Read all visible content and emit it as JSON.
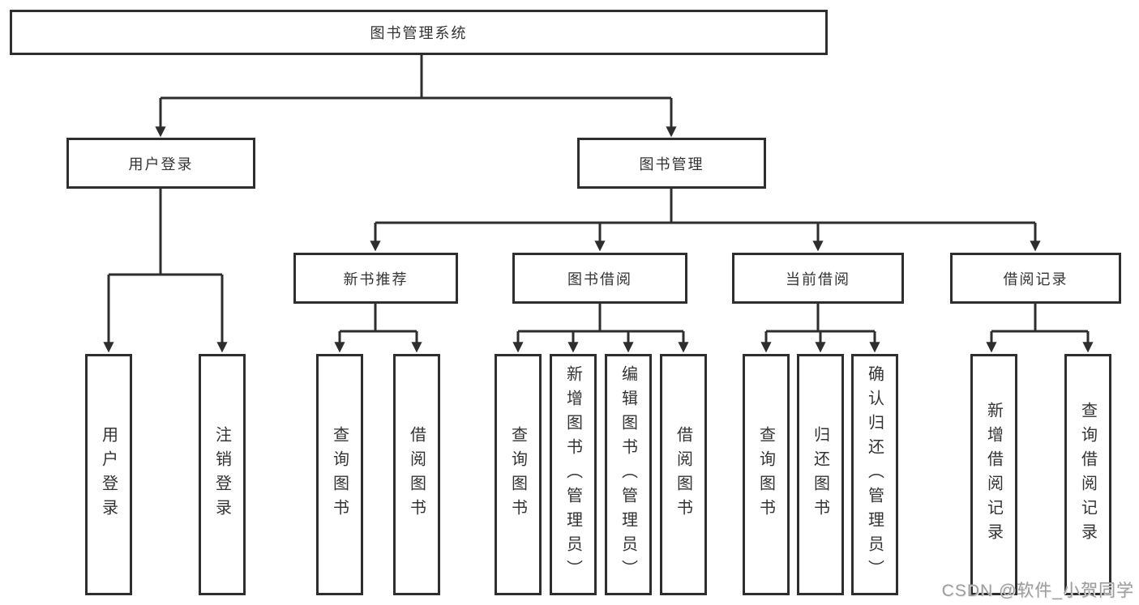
{
  "diagram": {
    "root": {
      "label": "图书管理系统"
    },
    "level2": [
      {
        "label": "用户登录"
      },
      {
        "label": "图书管理"
      }
    ],
    "level3": [
      {
        "label": "新书推荐"
      },
      {
        "label": "图书借阅"
      },
      {
        "label": "当前借阅"
      },
      {
        "label": "借阅记录"
      }
    ],
    "leaves": {
      "user_login": [
        "用户登录",
        "注销登录"
      ],
      "new_book": [
        "查询图书",
        "借阅图书"
      ],
      "book_borrow": [
        "查询图书",
        "新增图书（管理员）",
        "编辑图书（管理员）",
        "借阅图书"
      ],
      "current_borrow": [
        "查询图书",
        "归还图书",
        "确认归还（管理员）"
      ],
      "borrow_records": [
        "新增借阅记录",
        "查询借阅记录"
      ]
    }
  },
  "watermark": {
    "text": "CSDN @软件_小贺同学",
    "color": "#9d9d9d"
  },
  "colors": {
    "line": "#2e2e2e",
    "box_border": "#2e2e2e",
    "box_fill": "#ffffff",
    "text": "#333333",
    "background": "#ffffff"
  }
}
